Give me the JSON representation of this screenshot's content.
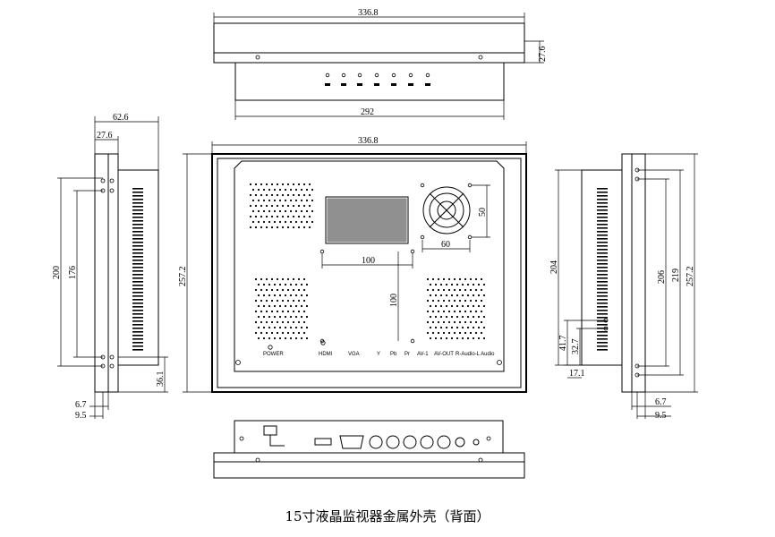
{
  "caption": "15寸液晶监视器金属外壳（背面）",
  "dims": {
    "top_width": "336.8",
    "top_depth": "27.6",
    "top_inner": "292",
    "front_width": "336.8",
    "front_height": "257.2",
    "vent_spacing_h": "100",
    "vent_spacing_v": "100",
    "fan_w": "60",
    "fan_h": "50",
    "left_depth": "62.6",
    "left_depth2": "27.6",
    "left_height1": "200",
    "left_height2": "176",
    "left_bottom": "36.1",
    "left_6_7": "6.7",
    "left_9_5": "9.5",
    "right_204": "204",
    "right_206": "206",
    "right_219": "219",
    "right_257_2": "257.2",
    "right_41_7": "41.7",
    "right_32_7": "32.7",
    "right_17_1": "17.1",
    "right_6_7": "6.7",
    "right_9_5": "9.5"
  },
  "port_labels": {
    "power": "POWER",
    "hdmi": "HDMI",
    "vga": "VGA",
    "y": "Y",
    "pb": "Pb",
    "pr": "Pr",
    "av1": "AV-1",
    "av_out": "AV-OUT",
    "audio": "R-Audio-L Audio"
  }
}
